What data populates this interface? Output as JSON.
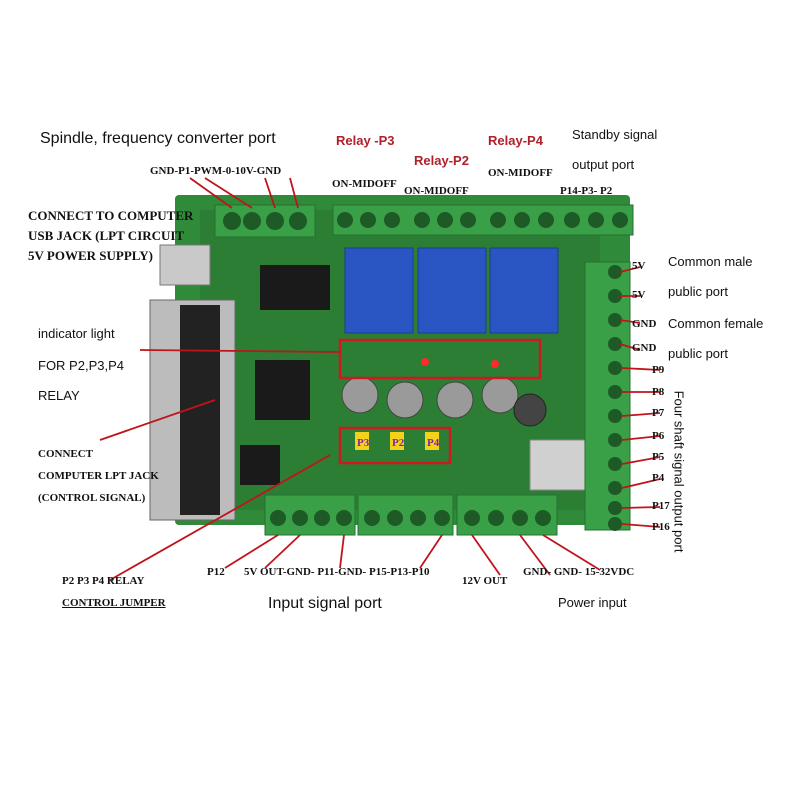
{
  "title_spindle": "Spindle, frequency converter port",
  "spindle_pins": "GND-P1-PWM-0-10V-GND",
  "connect_usb": [
    "CONNECT TO COMPUTER",
    "USB JACK (LPT CIRCUIT",
    "5V POWER SUPPLY)"
  ],
  "relay_p3": "Relay -P3",
  "relay_p2": "Relay-P2",
  "relay_p4": "Relay-P4",
  "on_mid_off_1": "ON-MIDOFF",
  "on_mid_off_2": "ON-MIDOFF",
  "on_mid_off_3": "ON-MIDOFF",
  "standby_line1": "Standby signal",
  "standby_line2": "output port",
  "standby_pins": "P14-P3- P2",
  "indicator_line1": "indicator light",
  "indicator_line2": "FOR P2,P3,P4",
  "indicator_line3": "RELAY",
  "connect_lpt": [
    "CONNECT",
    "COMPUTER LPT JACK",
    "(CONTROL SIGNAL)"
  ],
  "common_male_1": "Common male",
  "common_male_2": "public port",
  "common_female_1": "Common female",
  "common_female_2": "public port",
  "right_pins": [
    "5V",
    "5V",
    "GND",
    "GND",
    "P9",
    "P8",
    "P7",
    "P6",
    "P5",
    "P4",
    "P17",
    "P16"
  ],
  "four_shaft": "Four shaft signal output port",
  "jumper_labels": [
    "P3",
    "P2",
    "P4"
  ],
  "bottom_pins_1": "P12",
  "bottom_pins_2": "5V OUT-GND- P11-GND- P15-P13-P10",
  "bottom_pins_3": "12V OUT",
  "bottom_pins_4": "GND- GND- 15-32VDC",
  "relay_jumper_1": "P2 P3 P4 RELAY",
  "relay_jumper_2": "CONTROL  JUMPER",
  "input_signal": "Input signal port",
  "power_input": "Power input",
  "colors": {
    "pcb": "#2f8a3a",
    "terminal": "#3aa048",
    "relay": "#2a56c4",
    "red_label": "#b0202a",
    "highlight": "#d0181f"
  }
}
